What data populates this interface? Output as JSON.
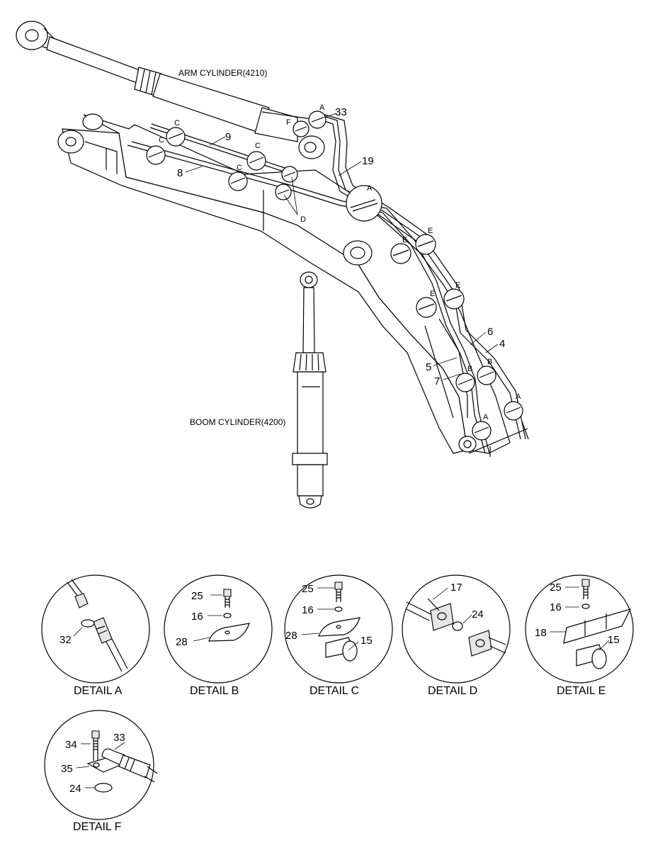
{
  "cylinders": {
    "arm": "ARM CYLINDER(4210)",
    "boom": "BOOM CYLINDER(4200)"
  },
  "main_callouts": {
    "n33": "33",
    "n19": "19",
    "n9": "9",
    "n8": "8",
    "n6": "6",
    "n4": "4",
    "n5": "5",
    "n7": "7"
  },
  "main_letters": {
    "a_top": "A",
    "f_top": "F",
    "c1": "C",
    "c2": "C",
    "c3": "C",
    "c4": "C",
    "d": "D",
    "a_mid": "A",
    "e1": "E",
    "e2": "E",
    "e3": "E",
    "e4": "E",
    "b1": "B",
    "b2": "B",
    "a_low1": "A",
    "a_low2": "A"
  },
  "details": {
    "a": {
      "caption": "DETAIL A",
      "n32": "32"
    },
    "b": {
      "caption": "DETAIL B",
      "n25": "25",
      "n16": "16",
      "n28": "28"
    },
    "c": {
      "caption": "DETAIL C",
      "n25": "25",
      "n16": "16",
      "n28": "28",
      "n15": "15"
    },
    "d": {
      "caption": "DETAIL D",
      "n17": "17",
      "n24": "24"
    },
    "e": {
      "caption": "DETAIL E",
      "n25": "25",
      "n16": "16",
      "n18": "18",
      "n15": "15"
    },
    "f": {
      "caption": "DETAIL F",
      "n34": "34",
      "n33": "33",
      "n35": "35",
      "n24": "24"
    }
  }
}
